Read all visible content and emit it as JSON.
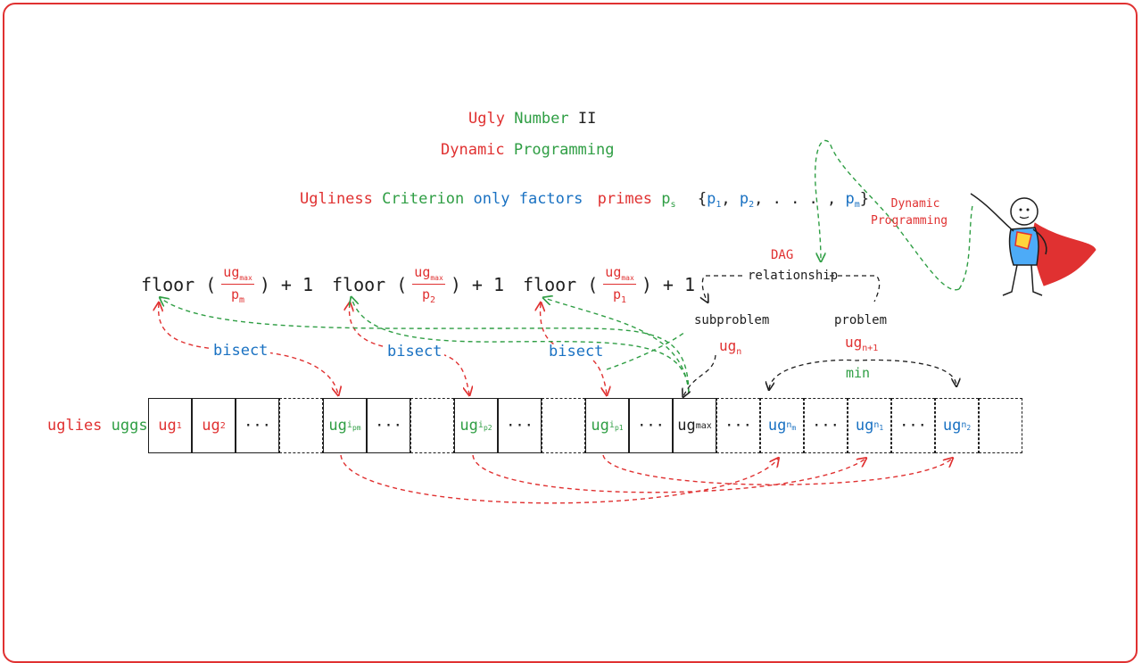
{
  "title": {
    "word1": "Ugly",
    "word2": "Number",
    "word3": "II"
  },
  "subtitle": {
    "word1": "Dynamic",
    "word2": "Programming"
  },
  "criterion": {
    "ugliness": "Ugliness",
    "criterion": "Criterion",
    "only": "only",
    "factors": "factors",
    "primes": "primes",
    "p": "p",
    "s": "s",
    "set_open": "{",
    "p1": "p",
    "s1": "1",
    "p2": "p",
    "s2": "2",
    "dots": ", . . . ,",
    "pm": "p",
    "sm": "m",
    "set_close": "}"
  },
  "formulas": [
    {
      "head": "floor (",
      "num": "ug",
      "num_sub": "max",
      "den": "p",
      "den_sub": "m",
      "tail": ") + 1"
    },
    {
      "head": "floor (",
      "num": "ug",
      "num_sub": "max",
      "den": "p",
      "den_sub": "2",
      "tail": ") + 1"
    },
    {
      "head": "floor (",
      "num": "ug",
      "num_sub": "max",
      "den": "p",
      "den_sub": "1",
      "tail": ") + 1"
    }
  ],
  "bisect_label": "bisect",
  "dag": {
    "label": "DAG",
    "relationship": "relationship",
    "subproblem": "subproblem",
    "problem": "problem",
    "ugn": "ug",
    "ugn_sub": "n",
    "ugn1": "ug",
    "ugn1_sub": "n+1",
    "min": "min"
  },
  "dp_note": {
    "line1": "Dynamic",
    "line2": "Programming"
  },
  "array_label": {
    "uglies": "uglies",
    "uggs": "uggs"
  },
  "cells": [
    {
      "text": "ug",
      "sub": "1",
      "subsub": "",
      "color": "#e03131",
      "dashed": false
    },
    {
      "text": "ug",
      "sub": "2",
      "subsub": "",
      "color": "#e03131",
      "dashed": false
    },
    {
      "text": "···",
      "sub": "",
      "subsub": "",
      "color": "#1e1e1e",
      "dashed": false
    },
    {
      "text": "",
      "sub": "",
      "subsub": "",
      "color": "#1e1e1e",
      "dashed": true
    },
    {
      "text": "ug",
      "sub": "i",
      "subsub": "pm",
      "color": "#2f9e44",
      "dashed": false
    },
    {
      "text": "···",
      "sub": "",
      "subsub": "",
      "color": "#1e1e1e",
      "dashed": false
    },
    {
      "text": "",
      "sub": "",
      "subsub": "",
      "color": "#1e1e1e",
      "dashed": true
    },
    {
      "text": "ug",
      "sub": "i",
      "subsub": "p2",
      "color": "#2f9e44",
      "dashed": false
    },
    {
      "text": "···",
      "sub": "",
      "subsub": "",
      "color": "#1e1e1e",
      "dashed": false
    },
    {
      "text": "",
      "sub": "",
      "subsub": "",
      "color": "#1e1e1e",
      "dashed": true
    },
    {
      "text": "ug",
      "sub": "i",
      "subsub": "p1",
      "color": "#2f9e44",
      "dashed": false
    },
    {
      "text": "···",
      "sub": "",
      "subsub": "",
      "color": "#1e1e1e",
      "dashed": false
    },
    {
      "text": "ug",
      "sub": "max",
      "subsub": "",
      "color": "#1e1e1e",
      "dashed": false
    },
    {
      "text": "···",
      "sub": "",
      "subsub": "",
      "color": "#1e1e1e",
      "dashed": true
    },
    {
      "text": "ug",
      "sub": "n",
      "subsub": "m",
      "color": "#1971c2",
      "dashed": true
    },
    {
      "text": "···",
      "sub": "",
      "subsub": "",
      "color": "#1e1e1e",
      "dashed": true
    },
    {
      "text": "ug",
      "sub": "n",
      "subsub": "1",
      "color": "#1971c2",
      "dashed": true
    },
    {
      "text": "···",
      "sub": "",
      "subsub": "",
      "color": "#1e1e1e",
      "dashed": true
    },
    {
      "text": "ug",
      "sub": "n",
      "subsub": "2",
      "color": "#1971c2",
      "dashed": true
    },
    {
      "text": "",
      "sub": "",
      "subsub": "",
      "color": "#1e1e1e",
      "dashed": true
    }
  ],
  "colors": {
    "red": "#e03131",
    "green": "#2f9e44",
    "blue": "#1971c2",
    "black": "#1e1e1e",
    "frame": "#e03131"
  },
  "icons": [
    "superhero-illustration"
  ]
}
